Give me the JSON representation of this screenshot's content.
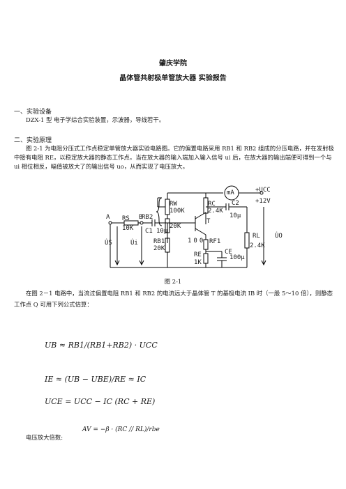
{
  "header": {
    "school": "肇庆学院",
    "title": "晶体管共射极单管放大器 实验报告"
  },
  "section1": {
    "heading": "一、实验设备",
    "text": "DZX-1 型 电子学综合实验装置，示波器，导线若干。"
  },
  "section2": {
    "heading": "二、实验原理",
    "paragraph": "图 2-1 为电阻分压式工作点稳定单管放大器实验电路图。它的偏置电路采用 RB1 和 RB2 组成的分压电路，并在发射极中接有电阻 RE，以稳定放大器的静态工作点。当在放大器的输入端加入输入信号 ui 后，在放大器的输出端便可得到一个与 ui 相位相反，幅值被放大了的输出信号 uo，从而实现了电压放大。",
    "caption": "图 2-1",
    "paragraph2": "在图 2－1 电路中，当流过偏置电阻 RB1 和 RB2 的电流远大于晶体管 T 的基极电流 IB 时（一般 5～10 倍），则静态工作点 Q 可用下列公式估算：",
    "gain_label": "电压放大倍数:"
  },
  "circuit": {
    "rw": "RW",
    "rw_val": "100K",
    "rc": "RC",
    "rc_val": "2.4K",
    "rb2": "RB2",
    "rb2_val": "20K",
    "meter": "mA",
    "ucc": "+UCC",
    "ucc_val": "+12V",
    "c2": "C2",
    "c2_val": "10μ",
    "node_a": "A",
    "rs": "RS",
    "rs_val": "10K",
    "node_b": "B",
    "c1": "C1",
    "c1_val": "10μ",
    "t": "T",
    "rb1": "RB1",
    "rb1_val": "20K",
    "rf1_val": "100",
    "rf1": "RF1",
    "rl": "RL",
    "rl_val": "2.4K",
    "uo": "U̇O",
    "us": "U̇S",
    "ui": "U̇i",
    "re": "RE",
    "re_val": "1K",
    "ce": "CE",
    "ce_val": "100μ"
  },
  "formulas": {
    "f1": "UB ≈ RB1/(RB1+RB2) · UCC",
    "f2": "IE ≈ (UB − UBE)/RE ≈ IC",
    "f3": "UCE = UCC − IC (RC + RE)",
    "f4": "AV = −β · (RC // RL)/rbe"
  }
}
